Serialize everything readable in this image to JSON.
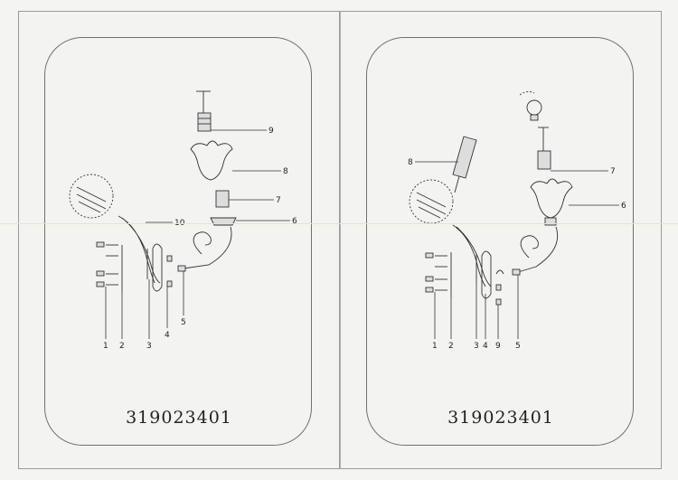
{
  "left_sheet": {
    "model_number": "319023401",
    "labels": [
      "1",
      "2",
      "3",
      "4",
      "5",
      "6",
      "7",
      "8",
      "9",
      "10"
    ]
  },
  "right_sheet": {
    "model_number": "319023401",
    "labels": [
      "1",
      "2",
      "3",
      "4",
      "5",
      "6",
      "7",
      "8",
      "9"
    ]
  }
}
